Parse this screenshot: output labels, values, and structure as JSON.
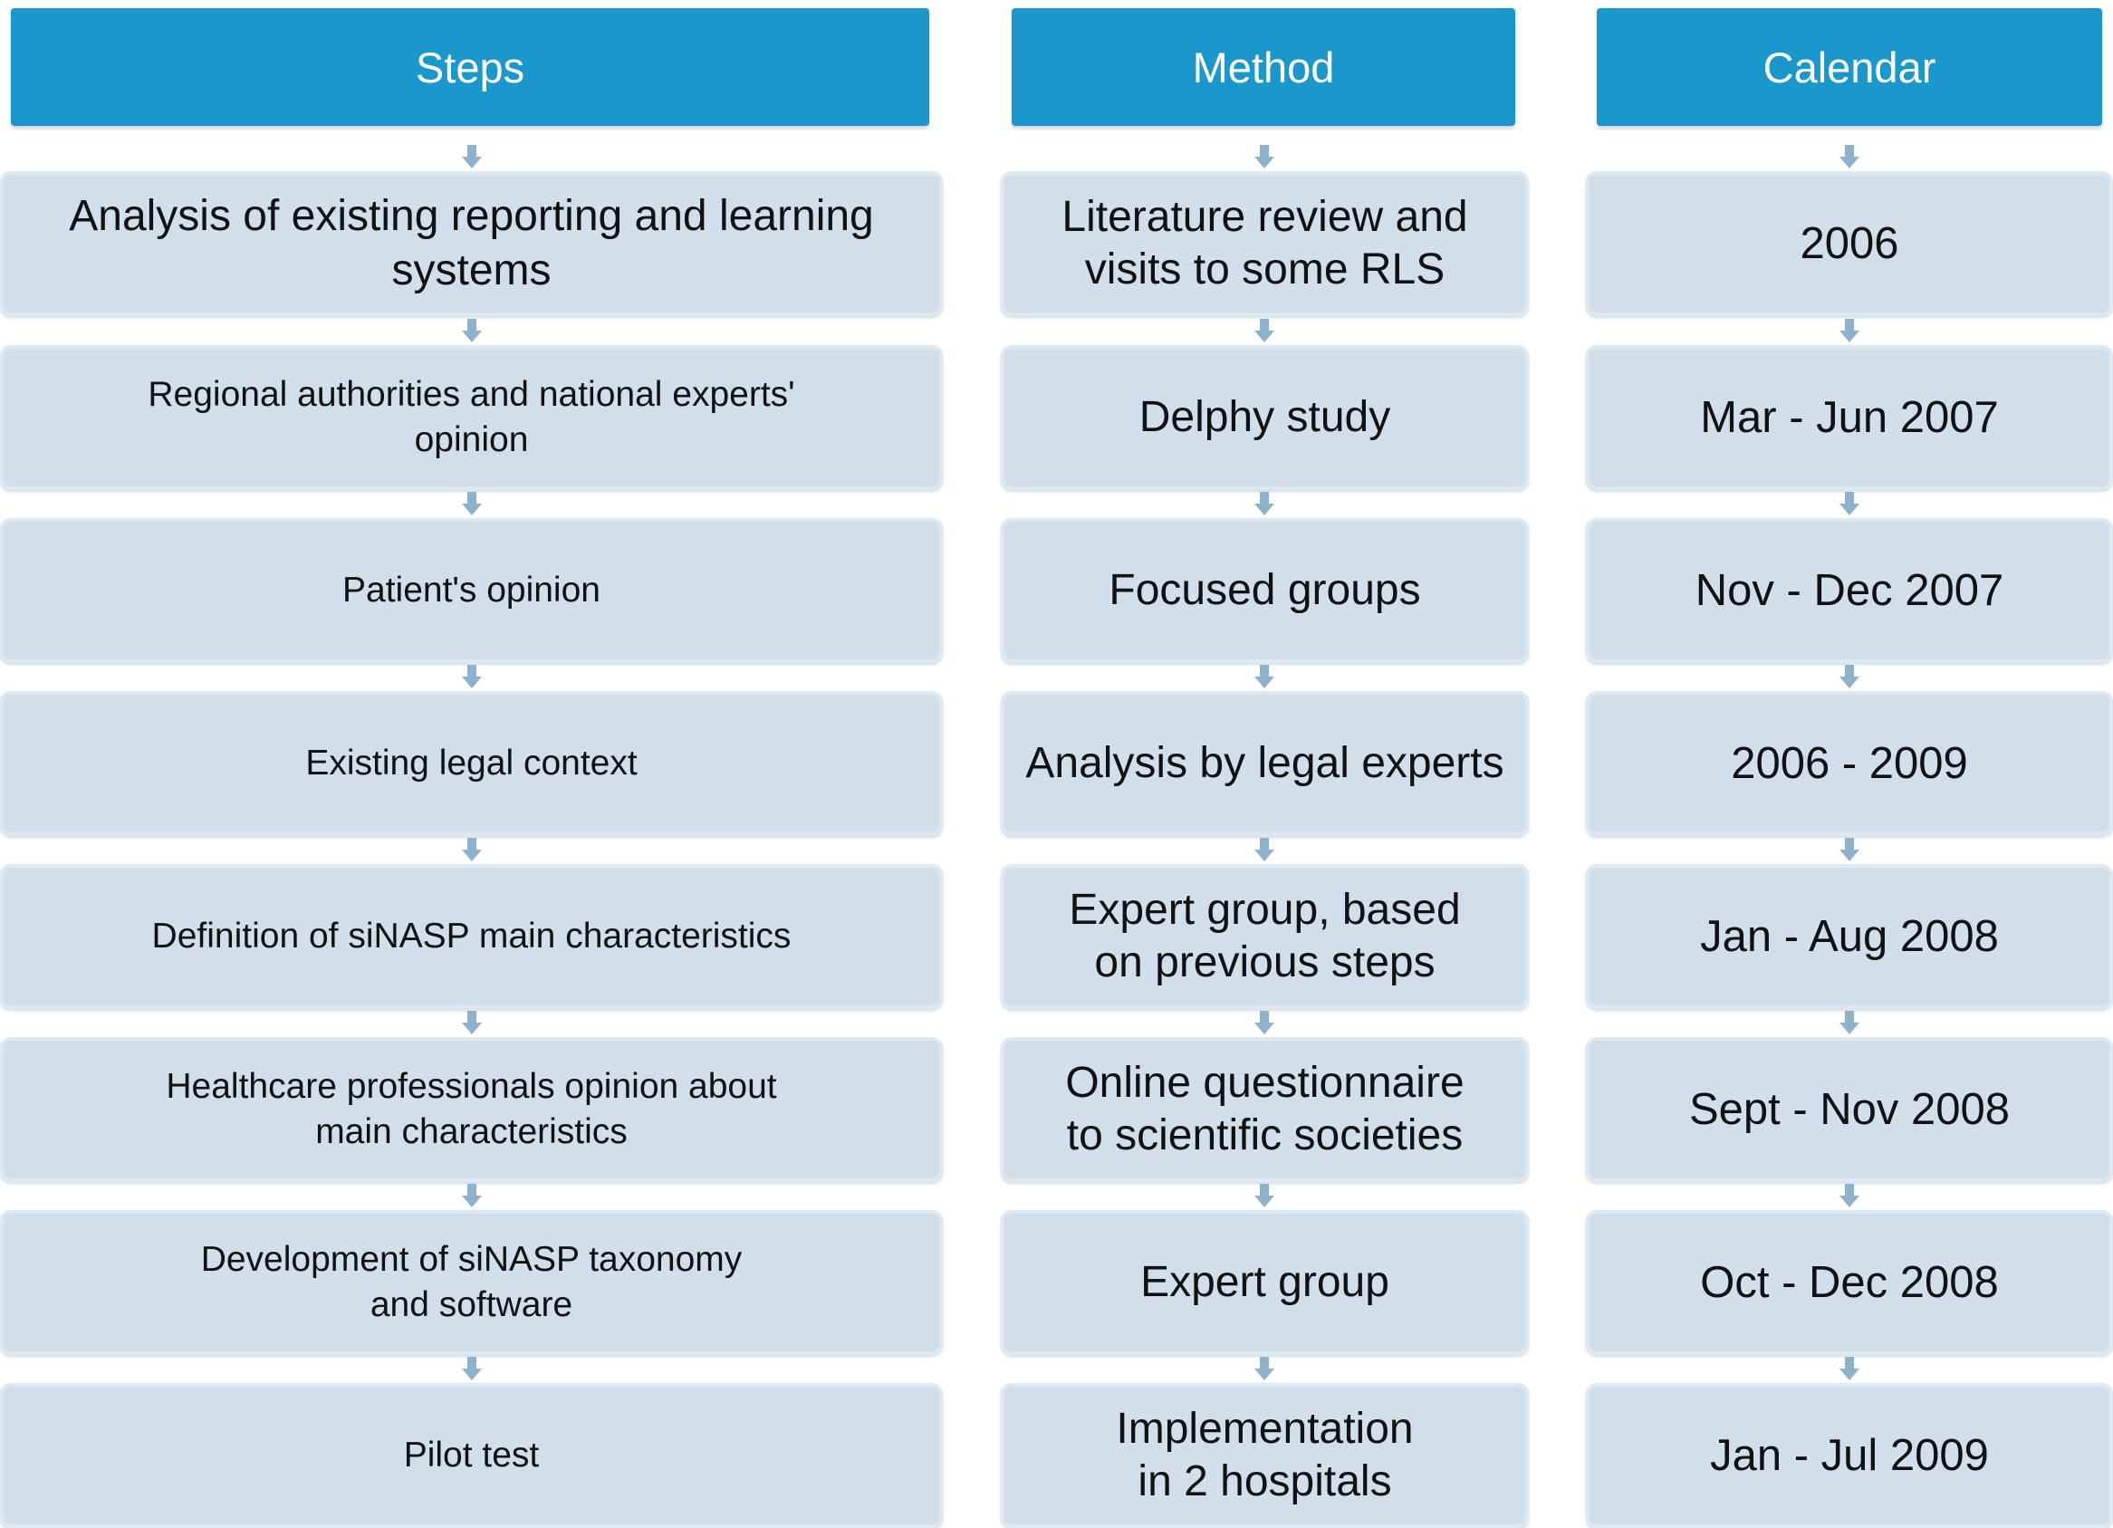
{
  "columns": {
    "steps": {
      "header": "Steps",
      "items": [
        "Analysis of existing reporting and learning\nsystems",
        "Regional authorities and national experts'\nopinion",
        "Patient's opinion",
        "Existing legal context",
        "Definition of siNASP main characteristics",
        "Healthcare professionals opinion about\nmain characteristics",
        "Development of siNASP taxonomy\nand software",
        "Pilot test"
      ]
    },
    "method": {
      "header": "Method",
      "items": [
        "Literature review and\nvisits to some RLS",
        "Delphy study",
        "Focused groups",
        "Analysis by legal experts",
        "Expert group, based\non previous steps",
        "Online questionnaire\nto scientific societies",
        "Expert group",
        "Implementation\nin 2 hospitals"
      ]
    },
    "calendar": {
      "header": "Calendar",
      "items": [
        "2006",
        "Mar - Jun 2007",
        "Nov - Dec 2007",
        "2006 - 2009",
        "Jan - Aug 2008",
        "Sept - Nov 2008",
        "Oct - Dec 2008",
        "Jan - Jul 2009"
      ]
    }
  },
  "colors": {
    "header_bg": "#1a98cc",
    "box_bg": "#d0dfe9",
    "arrow": "#8fb2cc"
  }
}
